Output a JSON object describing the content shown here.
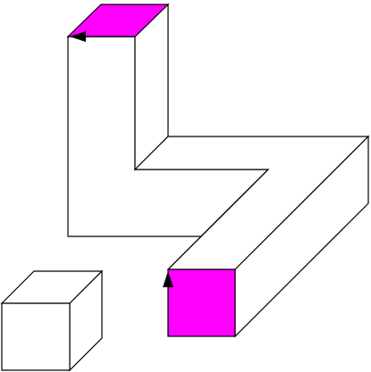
{
  "figure": {
    "highlight_color": "#ff00ff",
    "stroke_color": "#000000",
    "background_color": "#ffffff",
    "objects": [
      {
        "name": "unit-cube",
        "icon": "cube-icon"
      },
      {
        "name": "bent-prism",
        "icon": "polycube-icon",
        "faces_highlighted": 2
      },
      {
        "name": "top-face-arrow",
        "icon": "arrow-left-icon"
      },
      {
        "name": "front-face-arrow",
        "icon": "arrow-up-icon"
      }
    ]
  }
}
